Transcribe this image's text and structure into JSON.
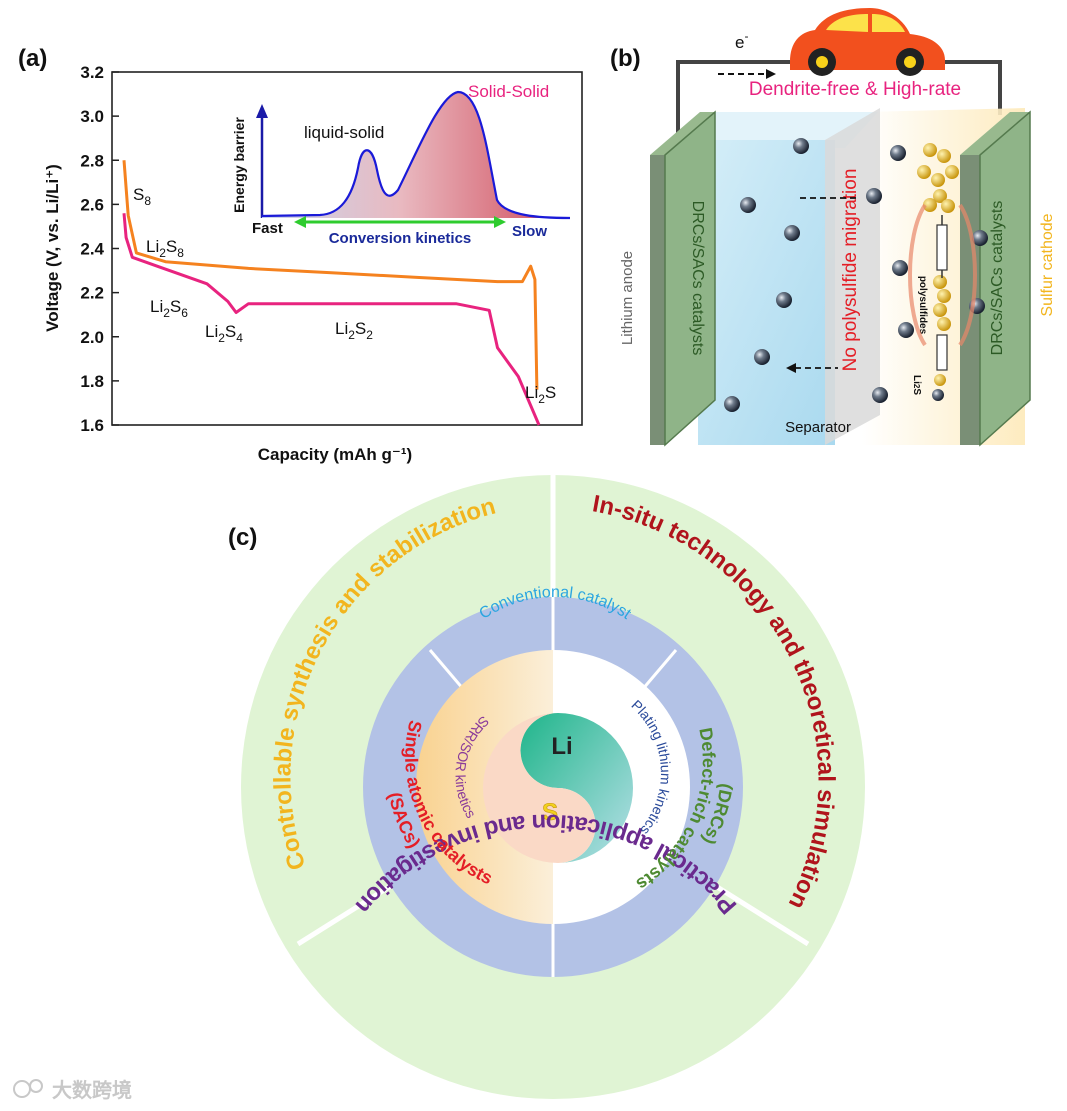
{
  "panels": {
    "a": {
      "label": "(a)",
      "chart_data": {
        "type": "line",
        "ylabel": "Voltage (V, vs. Li/Li⁺)",
        "xlabel": "Capacity (mAh g⁻¹)",
        "ylim": [
          1.6,
          3.2
        ],
        "yticks": [
          "1.6",
          "1.8",
          "2.0",
          "2.2",
          "2.4",
          "2.6",
          "2.8",
          "3.0",
          "3.2"
        ],
        "series": [
          {
            "color": "#f5821f",
            "x": [
              0.0,
              0.01,
              0.03,
              0.1,
              0.3,
              0.5,
              0.7,
              0.9,
              0.96,
              0.98,
              0.99,
              0.995
            ],
            "y": [
              2.8,
              2.55,
              2.38,
              2.34,
              2.31,
              2.29,
              2.27,
              2.25,
              2.25,
              2.32,
              2.26,
              1.76
            ]
          },
          {
            "color": "#e8237f",
            "x": [
              0.0,
              0.005,
              0.02,
              0.08,
              0.2,
              0.25,
              0.27,
              0.3,
              0.5,
              0.8,
              0.88,
              0.9,
              0.95,
              1.0
            ],
            "y": [
              2.56,
              2.45,
              2.36,
              2.32,
              2.24,
              2.16,
              2.11,
              2.15,
              2.15,
              2.15,
              2.12,
              1.95,
              1.82,
              1.6
            ]
          }
        ],
        "annotations": {
          "s8": "S",
          "s8_sub": "8",
          "li2s8": "Li",
          "li2s8_sub1": "2",
          "li2s8_s": "S",
          "li2s8_sub2": "8",
          "li2s6": "Li",
          "li2s6_sub1": "2",
          "li2s6_s": "S",
          "li2s6_sub2": "6",
          "li2s4": "Li",
          "li2s4_sub1": "2",
          "li2s4_s": "S",
          "li2s4_sub2": "4",
          "li2s2": "Li",
          "li2s2_sub1": "2",
          "li2s2_s": "S",
          "li2s2_sub2": "2",
          "li2s": "Li",
          "li2s_sub1": "2",
          "li2s_s": "S"
        },
        "inset": {
          "ylabel": "Energy barrier",
          "peak1_label": "liquid-solid",
          "peak2_label": "Solid-Solid",
          "fast": "Fast",
          "slow": "Slow",
          "xlabel": "Conversion kinetics"
        }
      }
    },
    "b": {
      "label": "(b)",
      "electron": "e",
      "electron_sup": "-",
      "headline": "Dendrite-free & High-rate",
      "anode": "Lithium anode",
      "anode_catalyst": "DRCs/SACs catalysts",
      "cathode": "Sulfur cathode",
      "cathode_catalyst": "DRCs/SACs catalysts",
      "migration": "No polysulfide migration",
      "separator": "Separator",
      "polysulfides": "polysulfides",
      "li2s": "Li",
      "li2s_sub": "2",
      "li2s_s": "S"
    },
    "c": {
      "label": "(c)",
      "outer": {
        "top_left": "Controllable synthesis and stabilization",
        "top_right": "In-situ technology and theoretical simulation",
        "bottom": "Practical application and investigation"
      },
      "middle": {
        "top": "Conventional catalyst",
        "left": "Single atomic catalysts",
        "left_abbr": "(SACs)",
        "right": "Defect-rich catalysts",
        "right_abbr": "(DRCs)"
      },
      "inner": {
        "left": "SRR/SOR kinetics",
        "right": "Plating lithium kinetics"
      },
      "core": {
        "top": "Li",
        "bottom": "S"
      }
    }
  },
  "watermark": "大数跨境",
  "colors": {
    "orange": "#f5821f",
    "magenta": "#e8237f",
    "outer_ring": "#e0f4d4",
    "middle_ring": "#b3c2e6",
    "dark_red": "#b0141c",
    "purple": "#6a2a8e",
    "green_text": "#4e8a32",
    "blue_text": "#2aa5e0",
    "gold": "#f2b51e"
  }
}
